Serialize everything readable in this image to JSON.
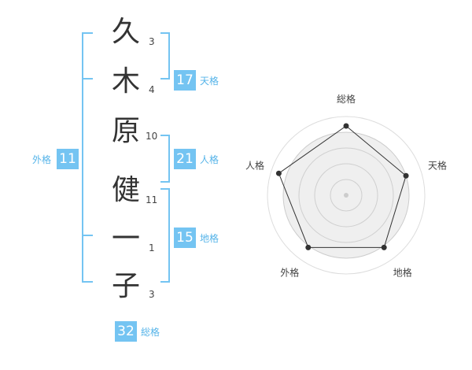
{
  "name_chars": [
    {
      "char": "久",
      "strokes": "3"
    },
    {
      "char": "木",
      "strokes": "4"
    },
    {
      "char": "原",
      "strokes": "10"
    },
    {
      "char": "健",
      "strokes": "11"
    },
    {
      "char": "一",
      "strokes": "1"
    },
    {
      "char": "子",
      "strokes": "3"
    }
  ],
  "badges": {
    "tenkaku": {
      "value": "17",
      "label": "天格"
    },
    "jinkaku": {
      "value": "21",
      "label": "人格"
    },
    "chikaku": {
      "value": "15",
      "label": "地格"
    },
    "gaikaku": {
      "value": "11",
      "label": "外格"
    },
    "soukaku": {
      "value": "32",
      "label": "総格"
    }
  },
  "colors": {
    "accent": "#74c4f2",
    "accent_text": "#56b4e9",
    "chart_fill": "#efefef"
  },
  "chart_data": {
    "type": "radar",
    "axes": [
      "総格",
      "天格",
      "地格",
      "外格",
      "人格"
    ],
    "values": [
      0.88,
      0.8,
      0.82,
      0.82,
      0.9
    ],
    "range": [
      0,
      1
    ],
    "rings": 4
  }
}
